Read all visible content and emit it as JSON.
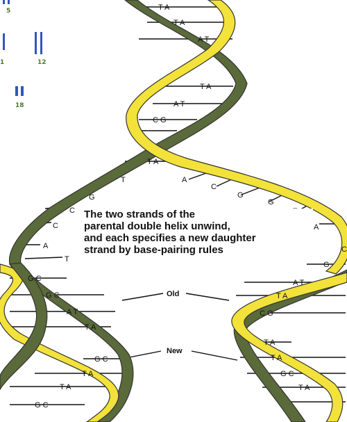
{
  "caption": [
    "The two strands of the",
    "parental double helix unwind,",
    "and each specifies a new daughter",
    "strand by base-pairing rules"
  ],
  "labels": {
    "old": "Old",
    "new": "New"
  },
  "chromosome_numbers": [
    "5",
    "1",
    "12",
    "18"
  ],
  "colors": {
    "old_strand": "#5a6a3a",
    "new_strand": "#f2e23a",
    "strand_outline": "#333333",
    "chromosome": "#3355bb"
  },
  "parental_pairs": [
    "T A",
    "T A",
    "A T",
    "T A",
    "A T",
    "C G",
    "T A"
  ],
  "unwound_left_bases": [
    "T",
    "G",
    "C",
    "C",
    "A",
    "T"
  ],
  "unwound_right_bases": [
    "A",
    "C",
    "G",
    "G",
    "T",
    "A",
    "C",
    "G"
  ],
  "left_daughter_pairs": [
    "G C",
    "G C",
    "A T",
    "T A",
    "G C",
    "T A",
    "T A",
    "G C"
  ],
  "right_daughter_pairs": [
    "A T",
    "T A",
    "C G",
    "T A",
    "T A",
    "G C",
    "T A"
  ]
}
